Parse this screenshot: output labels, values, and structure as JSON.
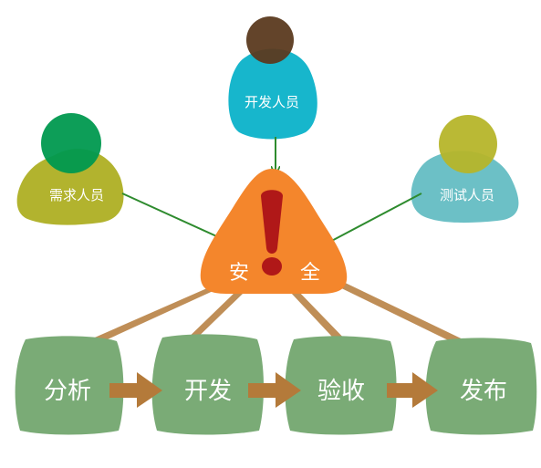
{
  "roles": {
    "requirements": {
      "label": "需求人员",
      "head_color": "#00994f",
      "body_color": "#b2b32e"
    },
    "development": {
      "label": "开发人员",
      "head_color": "#5b3a1f",
      "body_color": "#17b6cc"
    },
    "testing": {
      "label": "测试人员",
      "head_color": "#b6b52a",
      "body_color": "#6cc0c6"
    }
  },
  "safety": {
    "char_left": "安",
    "char_right": "全",
    "color": "#f4862c",
    "mark_color": "#b01818"
  },
  "stages": [
    {
      "label": "分析",
      "color": "#7aab76"
    },
    {
      "label": "开发",
      "color": "#7aab76"
    },
    {
      "label": "验收",
      "color": "#7aab76"
    },
    {
      "label": "发布",
      "color": "#7aab76"
    }
  ],
  "colors": {
    "role_arrow": "#2e8b2e",
    "flow_arrow": "#b47a3a",
    "beam": "#b47a3a"
  }
}
